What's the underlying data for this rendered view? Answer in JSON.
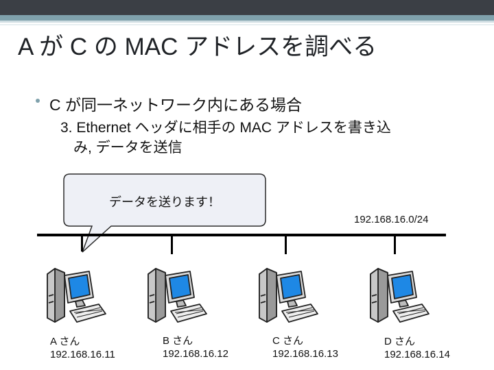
{
  "slide": {
    "title": "A が C の MAC アドレスを調べる",
    "bullet": "C が同一ネットワーク内にある場合",
    "step_line1": "3. Ethernet ヘッダに相手の MAC アドレスを書き込",
    "step_line2": "み, データを送信"
  },
  "callout": {
    "text": "データを送ります！"
  },
  "network": {
    "subnet": "192.168.16.0/24",
    "hosts": [
      {
        "name": "A  さん",
        "ip": "192.168.16.11"
      },
      {
        "name": "B さん",
        "ip": "192.168.16.12"
      },
      {
        "name": "C さん",
        "ip": "192.168.16.13"
      },
      {
        "name": "D さん",
        "ip": "192.168.16.14"
      }
    ]
  },
  "colors": {
    "header_bar": "#3b3f45",
    "accent": "#7fa1ac",
    "screen": "#1e88e5",
    "callout_fill": "#eef0f6"
  },
  "icons": {
    "host": "desktop-computer-icon"
  }
}
